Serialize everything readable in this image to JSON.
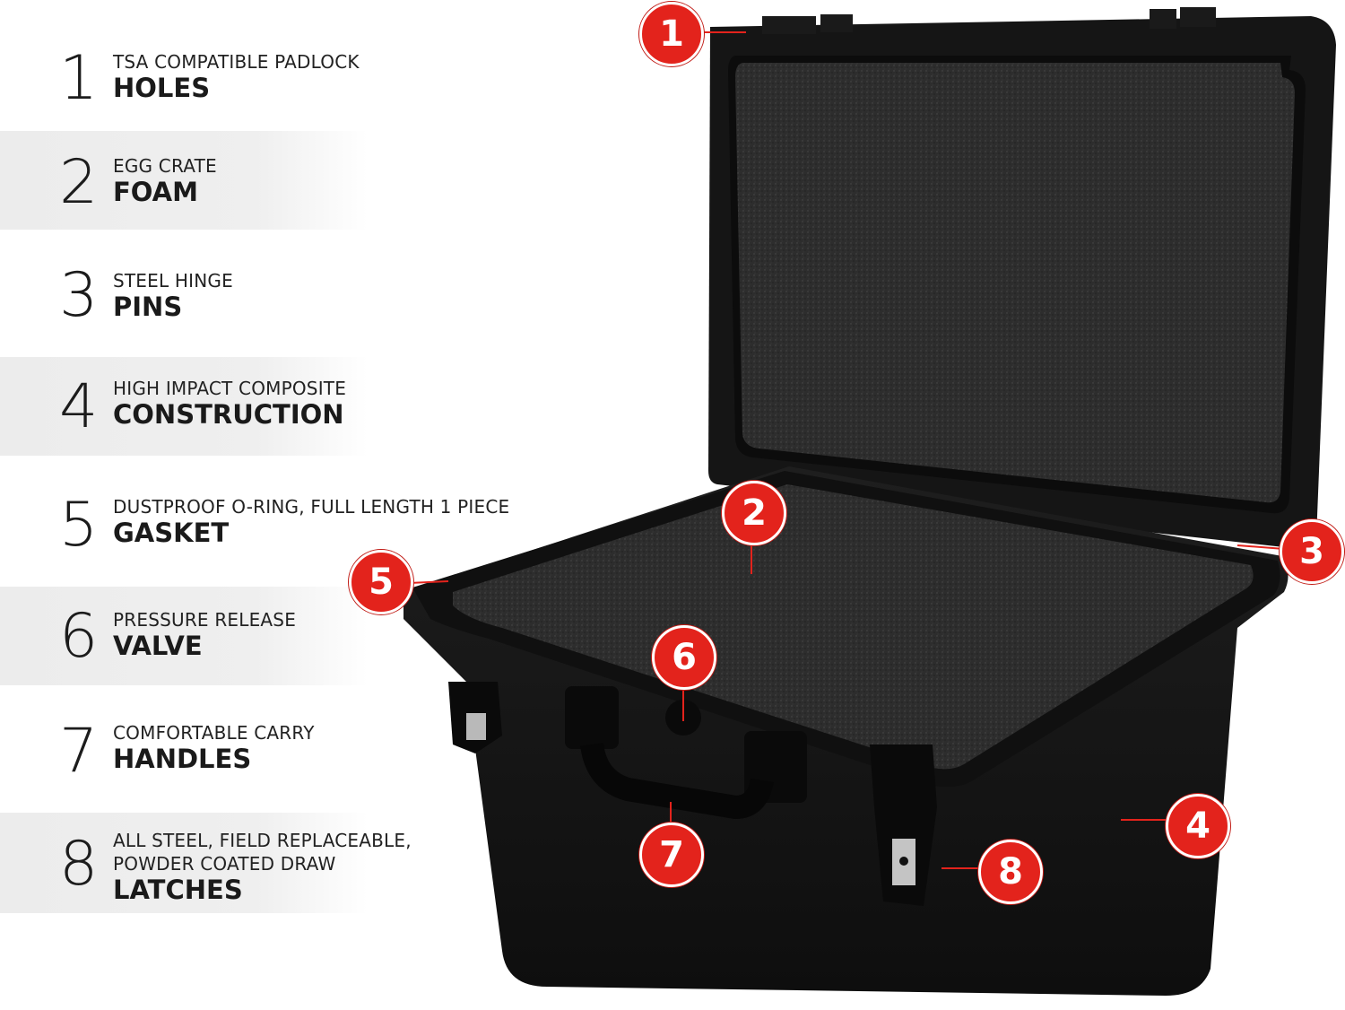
{
  "features": [
    {
      "number": "1",
      "subtitle": [
        "TSA COMPATIBLE PADLOCK"
      ],
      "title": "HOLES"
    },
    {
      "number": "2",
      "subtitle": [
        "EGG CRATE"
      ],
      "title": "FOAM"
    },
    {
      "number": "3",
      "subtitle": [
        "STEEL HINGE"
      ],
      "title": "PINS"
    },
    {
      "number": "4",
      "subtitle": [
        "HIGH IMPACT COMPOSITE"
      ],
      "title": "CONSTRUCTION"
    },
    {
      "number": "5",
      "subtitle": [
        "DUSTPROOF O-RING, FULL LENGTH 1 PIECE"
      ],
      "title": "GASKET"
    },
    {
      "number": "6",
      "subtitle": [
        "PRESSURE RELEASE"
      ],
      "title": "VALVE"
    },
    {
      "number": "7",
      "subtitle": [
        "COMFORTABLE CARRY"
      ],
      "title": "HANDLES"
    },
    {
      "number": "8",
      "subtitle": [
        "ALL STEEL, FIELD REPLACEABLE,",
        "POWDER COATED DRAW"
      ],
      "title": "LATCHES"
    }
  ],
  "callouts": [
    "1",
    "2",
    "3",
    "4",
    "5",
    "6",
    "7",
    "8"
  ],
  "colors": {
    "badge": "#e3231c",
    "case": "#151515",
    "foam": "#2e2e2e",
    "shaded_row": "#ececec"
  }
}
